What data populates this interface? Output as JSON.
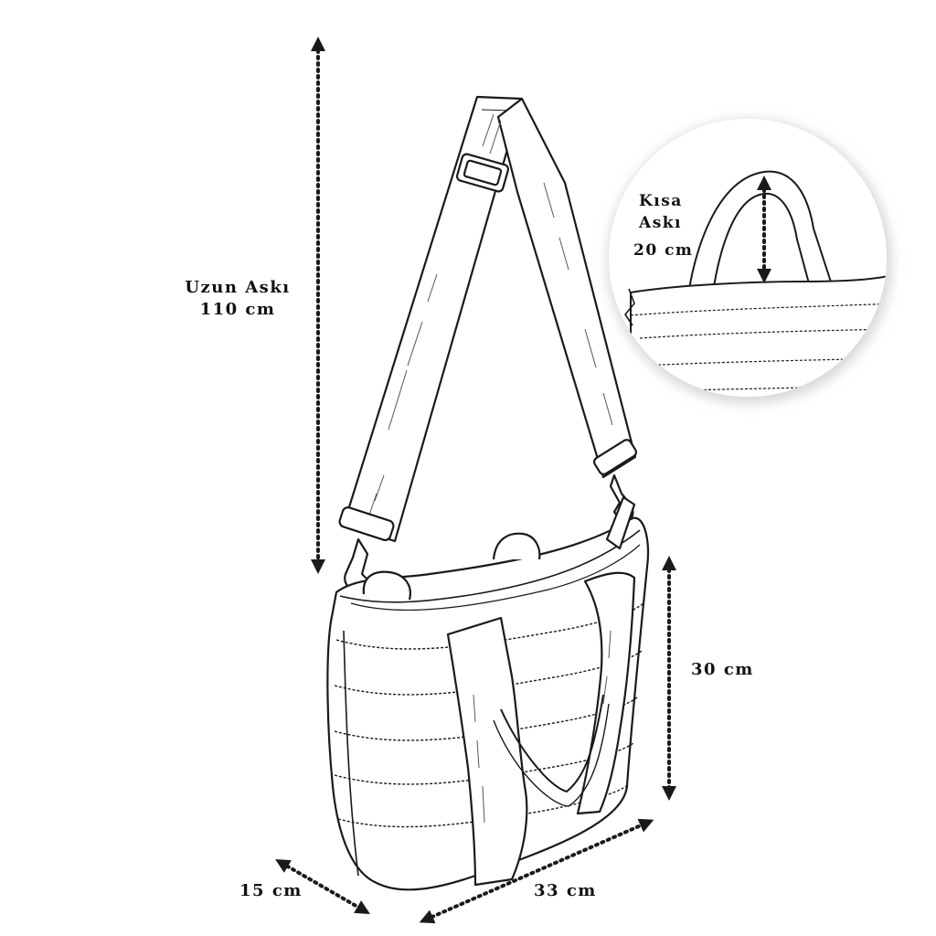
{
  "colors": {
    "ink": "#1a1a1a",
    "paper": "#ffffff",
    "inset_shadow": "#d9d9d9"
  },
  "labels": {
    "long_strap": {
      "line1": "Uzun Askı",
      "line2": "110 cm"
    },
    "short_strap": {
      "line1": "Kısa",
      "line2": "Askı",
      "line3": "20 cm"
    },
    "height": "30 cm",
    "depth": "15 cm",
    "width": "33 cm"
  },
  "icons": {
    "dimension_arrow": "dotted-double-arrow-icon",
    "bag_drawing": "tote-bag-sketch-icon",
    "detail_inset": "short-strap-detail-icon"
  }
}
